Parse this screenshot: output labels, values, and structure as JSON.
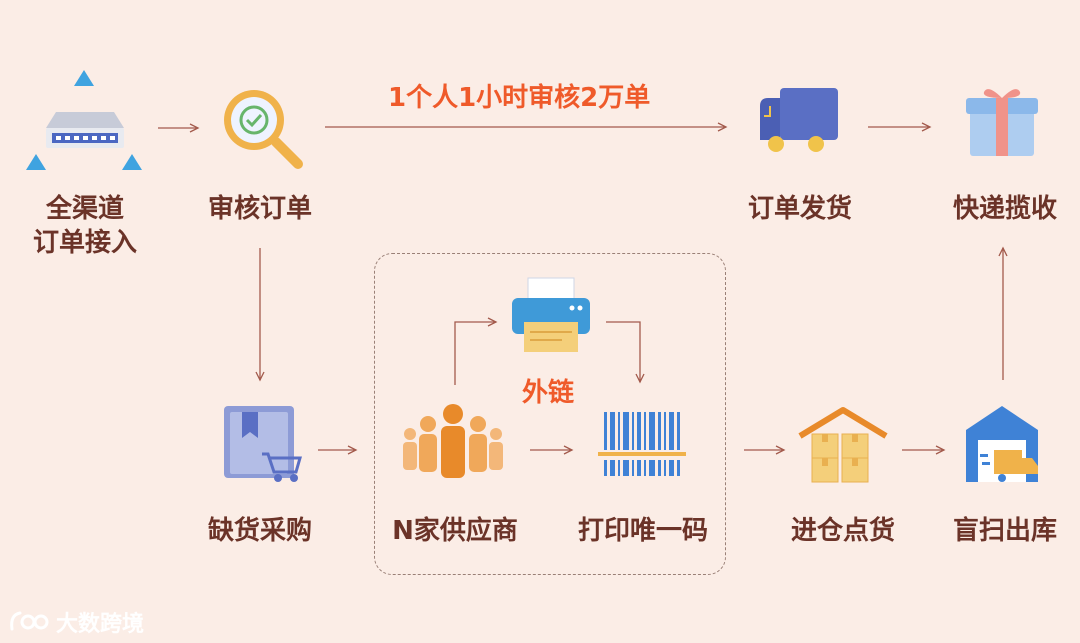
{
  "nodes": {
    "all_channel": {
      "line1": "全渠道",
      "line2": "订单接入",
      "icon": "network-hub-icon"
    },
    "review": {
      "label": "审核订单",
      "icon": "magnifier-check-icon"
    },
    "ship": {
      "label": "订单发货",
      "icon": "delivery-truck-icon"
    },
    "pickup": {
      "label": "快递揽收",
      "icon": "gift-box-icon"
    },
    "purchase": {
      "label": "缺货采购",
      "icon": "book-cart-icon"
    },
    "suppliers": {
      "label": "N家供应商",
      "icon": "people-group-icon"
    },
    "print": {
      "label": "打印唯一码",
      "icon": "barcode-icon"
    },
    "inbound": {
      "label": "进仓点货",
      "icon": "warehouse-boxes-icon"
    },
    "outbound": {
      "label": "盲扫出库",
      "icon": "warehouse-truck-icon"
    }
  },
  "external_chain": {
    "label": "外链",
    "icon": "printer-icon"
  },
  "throughput_note": "1个人1小时审核2万单",
  "watermark": "大数跨境",
  "colors": {
    "background": "#fbede6",
    "label_text": "#6b3328",
    "highlight_text": "#ef5a2a",
    "arrow": "#a35a4c",
    "icon_blue": "#3f82d6",
    "icon_orange": "#f0b24a"
  }
}
